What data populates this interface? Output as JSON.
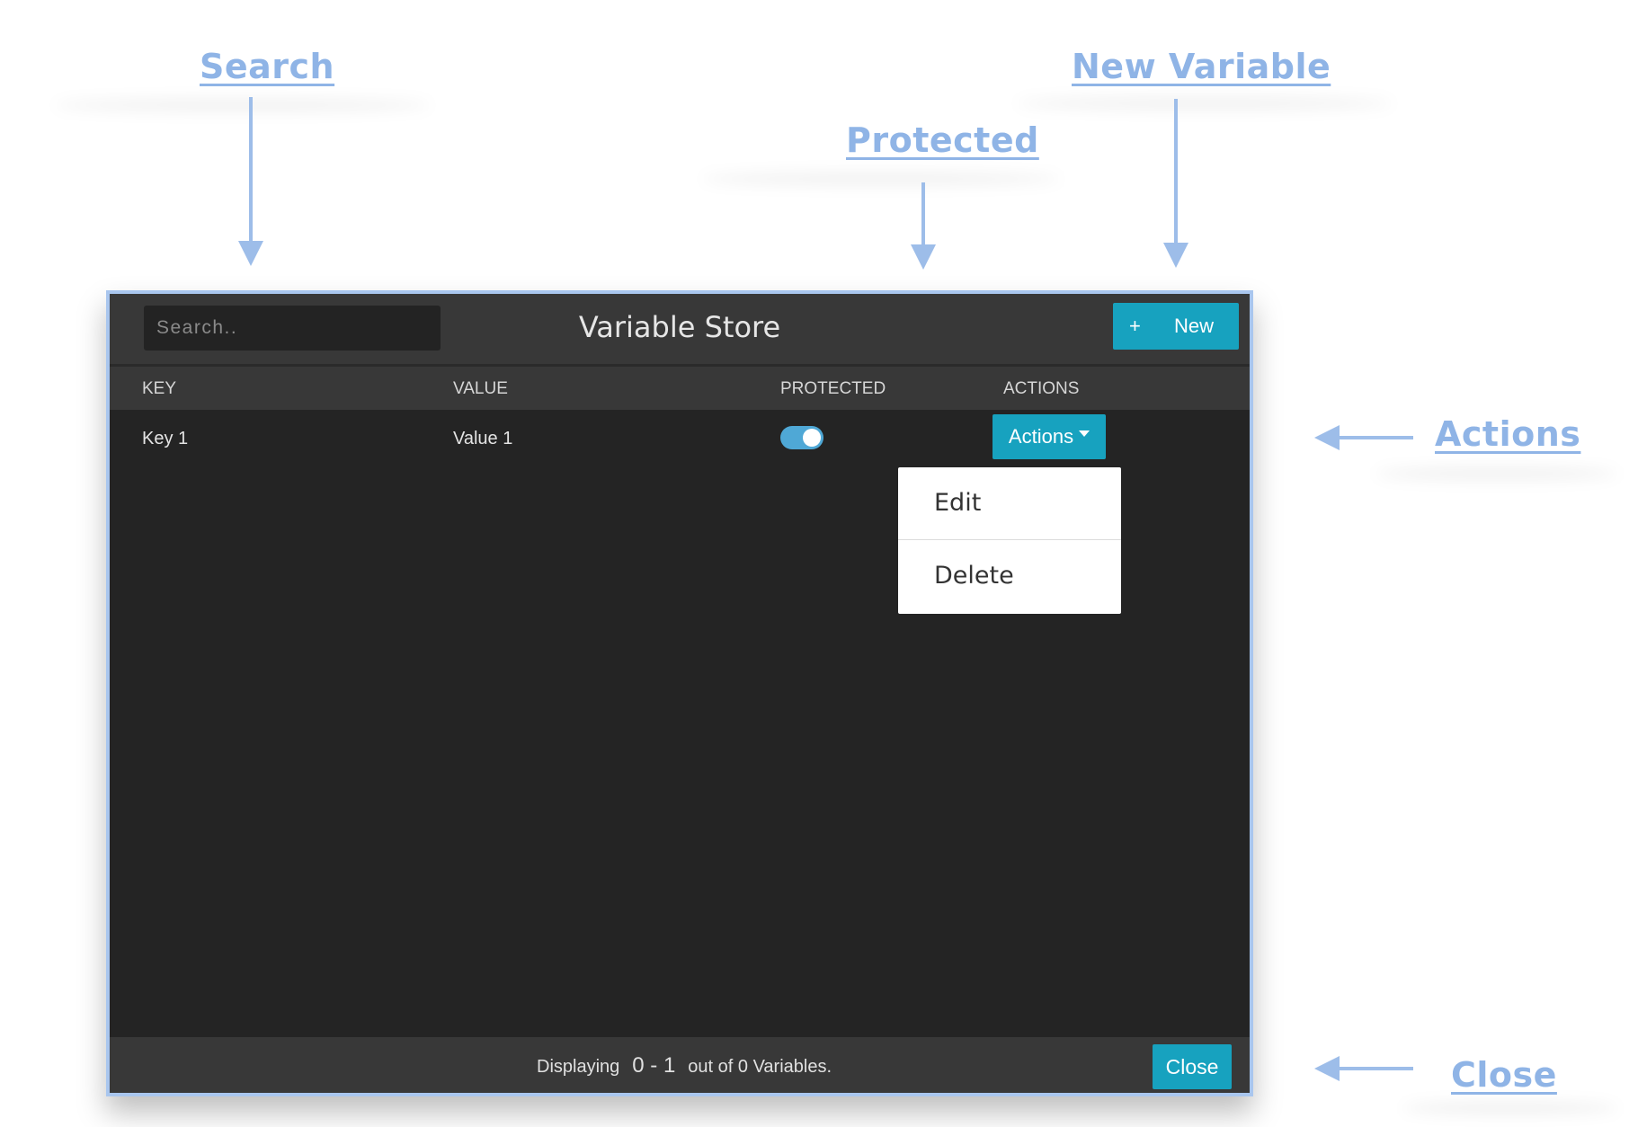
{
  "annotations": {
    "search": "Search",
    "new_variable": "New Variable",
    "protected": "Protected",
    "actions": "Actions",
    "close": "Close"
  },
  "modal": {
    "title": "Variable Store",
    "search_placeholder": "Search..",
    "new_button": {
      "icon": "plus-icon",
      "plus": "+",
      "label": "New"
    }
  },
  "table": {
    "headers": [
      "KEY",
      "VALUE",
      "PROTECTED",
      "ACTIONS"
    ],
    "rows": [
      {
        "key": "Key 1",
        "value": "Value 1",
        "protected": true,
        "actions_label": "Actions"
      }
    ]
  },
  "dropdown": {
    "items": [
      "Edit",
      "Delete"
    ]
  },
  "footer": {
    "prefix": "Displaying",
    "range": "0 - 1",
    "suffix": "out of 0 Variables.",
    "close_label": "Close"
  },
  "colors": {
    "accent": "#17a2bf",
    "annotation": "#8fb4e6",
    "toggle_on": "#4fa8d6"
  }
}
